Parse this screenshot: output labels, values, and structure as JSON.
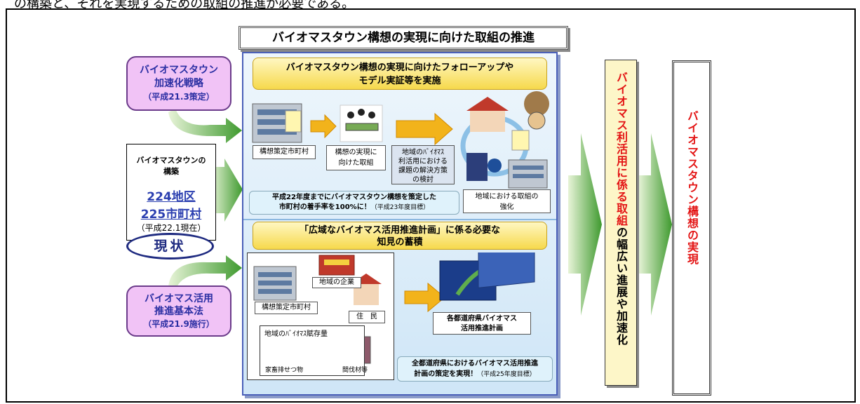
{
  "top_text": "の構築と、それを実現するための取組の推進が必要である。",
  "main_title": "バイオマスタウン構想の実現に向けた取組の推進",
  "left": {
    "accel_strategy": [
      "バイオマスタウン",
      "加速化戦略",
      "（平成21.3策定）"
    ],
    "construction_title": [
      "バイオマスタウンの",
      "構築"
    ],
    "districts": "224地区",
    "municipalities": "225市町村",
    "as_of": "（平成22.1現在）",
    "status": "現状",
    "basic_law": [
      "バイオマス活用",
      "推進基本法",
      "（平成21.9施行）"
    ]
  },
  "upper": {
    "header": [
      "バイオマスタウン構想の実現に向けたフォローアップや",
      "モデル実証等を実施"
    ],
    "label_city": "構想策定市町村",
    "label_effort": [
      "構想の実現に",
      "向けた取組"
    ],
    "label_issue": [
      "地域のﾊﾞｲｵﾏｽ",
      "利活用における",
      "課題の解決方策",
      "の検討"
    ],
    "label_regional": [
      "地域における取組の",
      "強化"
    ],
    "note_main": [
      "平成22年度までにバイオマスタウン構想を策定した",
      "市町村の着手率を100%に！"
    ],
    "note_target": "（平成23年度目標）"
  },
  "lower": {
    "header": [
      "「広域なバイオマス活用推進計画」に係る必要な",
      "知見の蓄積"
    ],
    "label_company": "地域の企業",
    "label_city": "構想策定市町村",
    "label_residents": "住　民",
    "stock_title": "地域のﾊﾞｲｵﾏｽ賦存量",
    "label_manure": "家畜排せつ物",
    "label_thinning": "間伐材等",
    "label_plan": [
      "各都道府県バイオマス",
      "活用推進計画"
    ],
    "note_main": [
      "全都道府県におけるバイオマス活用推進",
      "計画の策定を実現！"
    ],
    "note_target": "（平成25年度目標）"
  },
  "right": {
    "progress_red": "バイオマス利活用に係る取組",
    "progress_black": "の幅広い進展や加速化",
    "realization": "バイオマスタウン構想の実現"
  }
}
